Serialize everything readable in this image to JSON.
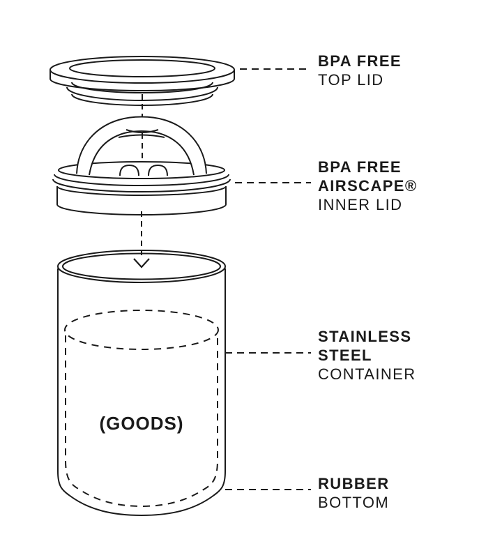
{
  "page": {
    "type": "exploded-product-diagram",
    "product": "airtight coffee canister",
    "colors": {
      "ink": "#1a1a1a",
      "background": "#ffffff"
    }
  },
  "diagram": {
    "goods_label": "(GOODS)",
    "parts": {
      "top_lid": "top-lid-drawing",
      "inner_lid": "inner-lid-drawing",
      "container": "container-drawing"
    },
    "callouts": [
      {
        "id": "top-lid",
        "lines": [
          {
            "text": "BPA FREE"
          },
          {
            "text": "TOP LID"
          }
        ]
      },
      {
        "id": "inner-lid",
        "lines": [
          {
            "text": "BPA FREE"
          },
          {
            "text": "AIRSCAPE®"
          },
          {
            "text": "INNER LID"
          }
        ]
      },
      {
        "id": "container",
        "lines": [
          {
            "text": "STAINLESS"
          },
          {
            "text": "STEEL"
          },
          {
            "text": "CONTAINER"
          }
        ]
      },
      {
        "id": "bottom",
        "lines": [
          {
            "text": "RUBBER"
          },
          {
            "text": "BOTTOM"
          }
        ]
      }
    ]
  }
}
